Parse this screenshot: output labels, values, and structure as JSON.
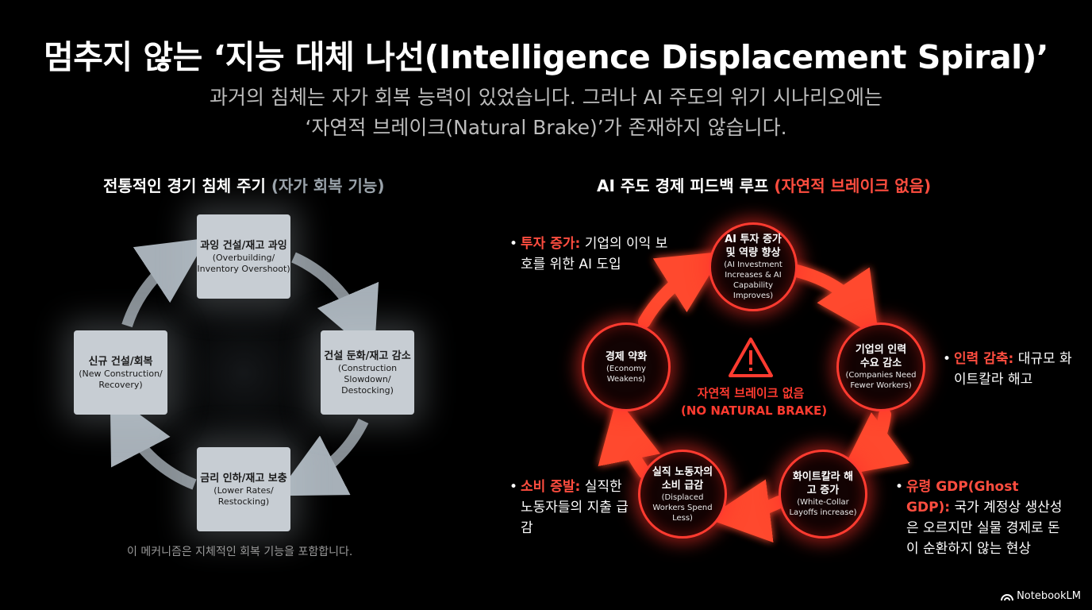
{
  "title": "멈추지 않는 ‘지능 대체 나선(Intelligence Displacement Spiral)’",
  "subtitle": {
    "line1": "과거의 침체는 자가 회복 능력이 있었습니다. 그러나 AI 주도의 위기 시나리오에는",
    "line2": "‘자연적 브레이크(Natural Brake)’가 존재하지 않습니다."
  },
  "left": {
    "heading_main": "전통적인 경기 침체 주기",
    "heading_note": "(자가 회복 기능)",
    "boxes": [
      {
        "ko": "과잉 건설/재고 과잉",
        "en": "(Overbuilding/ Inventory Overshoot)"
      },
      {
        "ko": "건설 둔화/재고 감소",
        "en": "(Construction Slowdown/ Destocking)"
      },
      {
        "ko": "금리 인하/재고 보충",
        "en": "(Lower Rates/ Restocking)"
      },
      {
        "ko": "신규 건설/회복",
        "en": "(New Construction/ Recovery)"
      }
    ],
    "footnote": "이 메커니즘은 지체적인 회복 기능을 포함합니다."
  },
  "right": {
    "heading_main": "AI 주도 경제 피드백 루프",
    "heading_note": "(자연적 브레이크 없음)",
    "nodes": [
      {
        "ko": "AI 투자 증가 및 역량 향상",
        "en": "(AI Investment Increases & AI Capability Improves)"
      },
      {
        "ko": "기업의 인력 수요 감소",
        "en": "(Companies Need Fewer Workers)"
      },
      {
        "ko": "화이트칼라 해고 증가",
        "en": "(White-Collar Layoffs increase)"
      },
      {
        "ko": "실직 노동자의 소비 급감",
        "en": "(Displaced Workers Spend Less)"
      },
      {
        "ko": "경제 약화",
        "en": "(Economy Weakens)"
      }
    ],
    "center": {
      "ko": "자연적 브레이크 없음",
      "en": "(NO NATURAL BRAKE)"
    },
    "annotations": [
      {
        "label": "투자 증가:",
        "text": "기업의 이익 보호를 위한 AI 도입"
      },
      {
        "label": "인력 감축:",
        "text": "대규모 화이트칼라 해고"
      },
      {
        "label": "유령 GDP(Ghost GDP):",
        "text": "국가 계정상 생산성은 오르지만 실물 경제로 돈이 순환하지 않는 현상"
      },
      {
        "label": "소비 증발:",
        "text": "실직한 노동자들의 지출 급감"
      }
    ]
  },
  "logo": "NotebookLM",
  "colors": {
    "accent_red": "#ff3b30",
    "box_gray": "#c7cdd3"
  }
}
